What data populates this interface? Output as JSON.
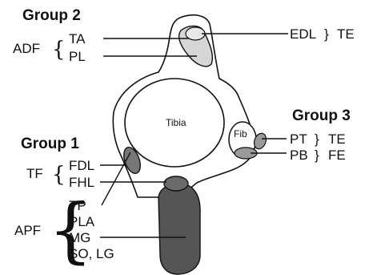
{
  "group2": {
    "title": "Group  2",
    "compartment": "ADF",
    "muscles": [
      "TA",
      "PL"
    ],
    "right_muscle": "EDL",
    "right_compartment": "TE"
  },
  "group3": {
    "title": "Group  3",
    "rows": [
      {
        "muscle": "PT",
        "compartment": "TE"
      },
      {
        "muscle": "PB",
        "compartment": "FE"
      }
    ]
  },
  "group1": {
    "title": "Group  1",
    "tf": {
      "compartment": "TF",
      "muscles": [
        "FDL",
        "FHL"
      ]
    },
    "apf": {
      "compartment": "APF",
      "muscles": [
        "TP",
        "PLA",
        "MG",
        "SO, LG"
      ]
    }
  },
  "bones": {
    "tibia": "Tibia",
    "fibula": "Fib"
  },
  "colors": {
    "light_fill": "#d6d6d6",
    "mid_fill": "#9a9a9a",
    "dark_fill": "#555555",
    "outline": "#111111"
  }
}
